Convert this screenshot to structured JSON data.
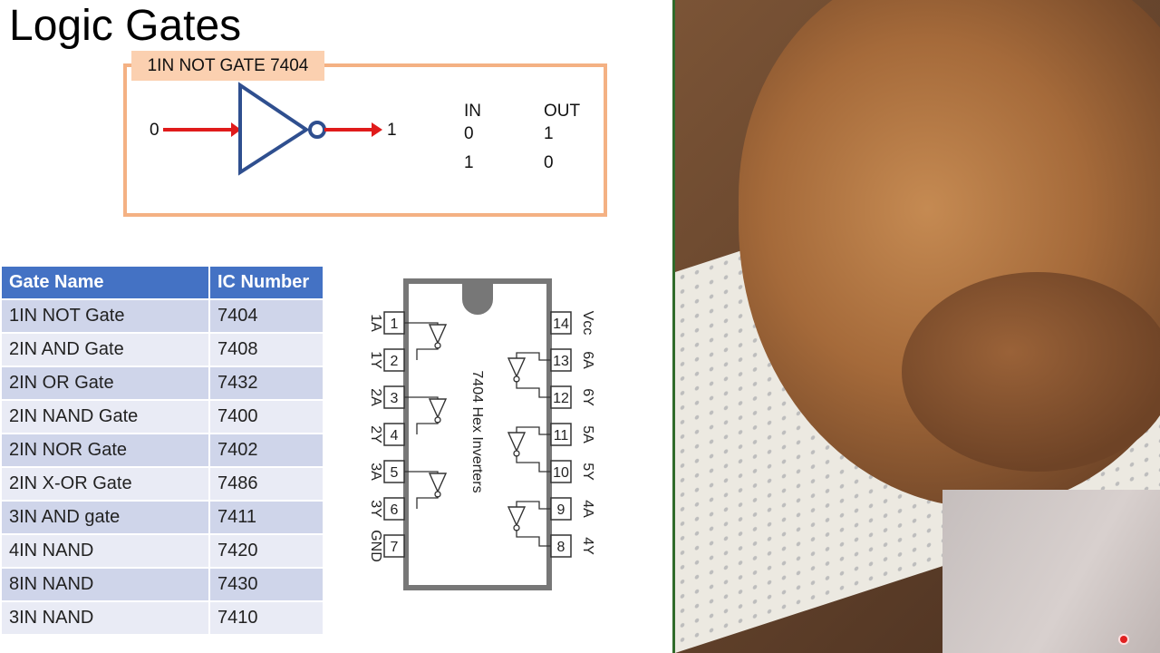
{
  "title": "Logic Gates",
  "not_gate": {
    "label": "1IN NOT GATE 7404",
    "input_value": "0",
    "output_value": "1",
    "truth_table": {
      "headers": [
        "IN",
        "OUT"
      ],
      "rows": [
        [
          "0",
          "1"
        ],
        [
          "1",
          "0"
        ]
      ]
    },
    "colors": {
      "box_border": "#f4b183",
      "label_bg": "#fbd0b0",
      "arrow": "#e01b1b",
      "gate": "#2f4f8f"
    }
  },
  "ic_table": {
    "headers": [
      "Gate Name",
      "IC Number"
    ],
    "rows": [
      [
        "1IN NOT Gate",
        "7404"
      ],
      [
        "2IN AND Gate",
        "7408"
      ],
      [
        "2IN OR Gate",
        "7432"
      ],
      [
        "2IN NAND Gate",
        "7400"
      ],
      [
        "2IN NOR Gate",
        "7402"
      ],
      [
        "2IN X-OR Gate",
        "7486"
      ],
      [
        "3IN AND gate",
        "7411"
      ],
      [
        "4IN NAND",
        "7420"
      ],
      [
        "8IN NAND",
        "7430"
      ],
      [
        "3IN NAND",
        "7410"
      ]
    ],
    "colors": {
      "header": "#4472c4",
      "row_odd": "#cfd5ea",
      "row_even": "#e9ebf5"
    }
  },
  "chip": {
    "name": "7404 Hex Inverters",
    "left_pins": [
      {
        "num": "1",
        "label": "1A"
      },
      {
        "num": "2",
        "label": "1Y"
      },
      {
        "num": "3",
        "label": "2A"
      },
      {
        "num": "4",
        "label": "2Y"
      },
      {
        "num": "5",
        "label": "3A"
      },
      {
        "num": "6",
        "label": "3Y"
      },
      {
        "num": "7",
        "label": "GND"
      }
    ],
    "right_pins": [
      {
        "num": "14",
        "label": "Vcc"
      },
      {
        "num": "13",
        "label": "6A"
      },
      {
        "num": "12",
        "label": "6Y"
      },
      {
        "num": "11",
        "label": "5A"
      },
      {
        "num": "10",
        "label": "5Y"
      },
      {
        "num": "9",
        "label": "4A"
      },
      {
        "num": "8",
        "label": "4Y"
      }
    ]
  },
  "photo": {
    "description_icon": "breadboard-hand-photo",
    "rec_indicator_color": "#e02020"
  }
}
